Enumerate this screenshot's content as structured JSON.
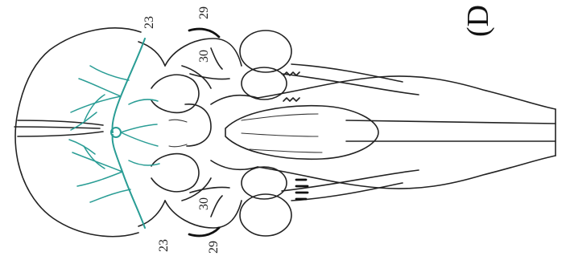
{
  "panel_label": "(D",
  "labels": {
    "top_23": "23",
    "top_29": "29",
    "top_30": "30",
    "bottom_23": "23",
    "bottom_29": "29",
    "bottom_30": "30"
  },
  "colors": {
    "vessel": "#2a9d95",
    "ink": "#222222"
  }
}
